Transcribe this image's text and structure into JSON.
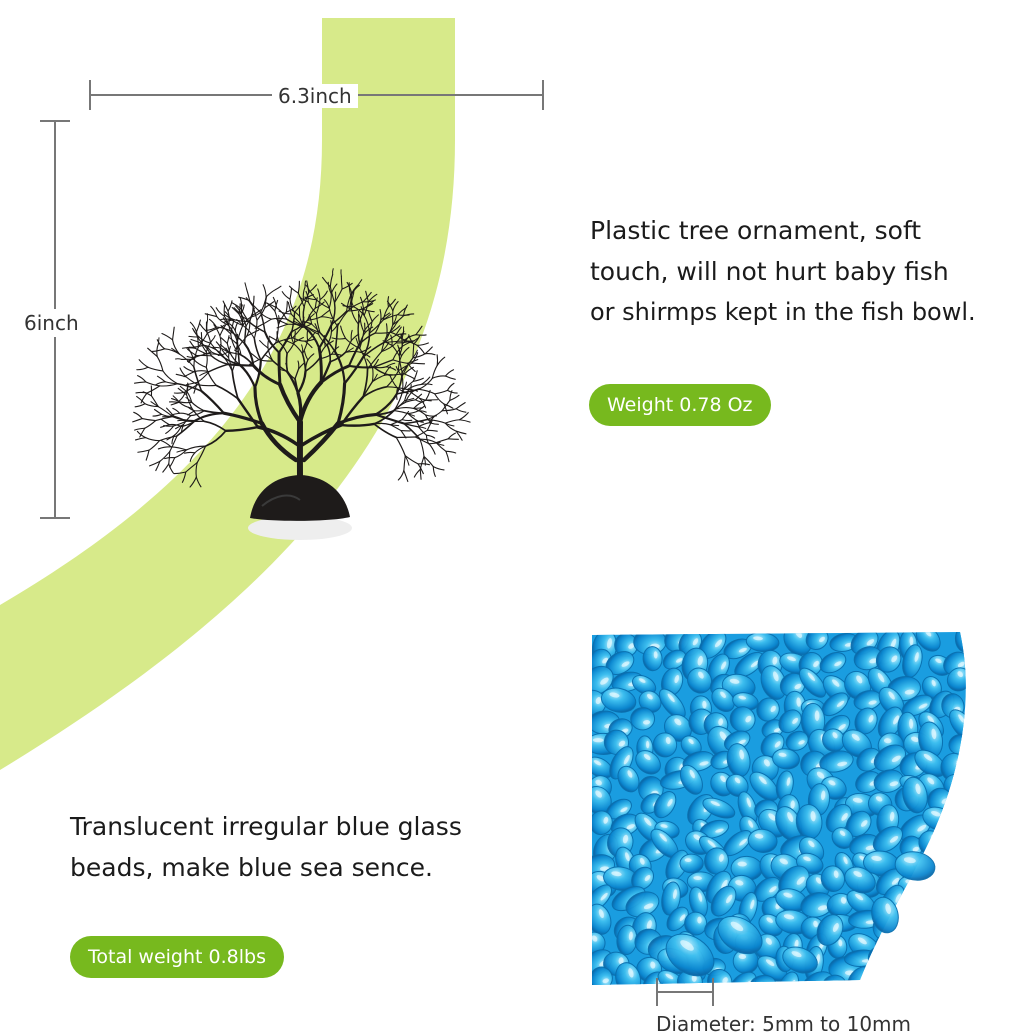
{
  "colors": {
    "accent_green": "#d7ea8a",
    "pill_green": "#77b91e",
    "bead_blue": "#1a9de0",
    "tree_black": "#1e1b1a"
  },
  "dimensions": {
    "width_label": "6.3inch",
    "height_label": "6inch"
  },
  "tree_section": {
    "description_lines": [
      "Plastic tree ornament, soft",
      "touch, will not hurt baby fish",
      "or shirmps kept in the fish bowl."
    ],
    "weight_badge": "Weight 0.78 Oz"
  },
  "beads_section": {
    "description_lines": [
      "Translucent irregular blue glass",
      "beads, make blue sea sence."
    ],
    "weight_badge": "Total weight 0.8lbs",
    "diameter_caption": "Diameter: 5mm to 10mm"
  }
}
